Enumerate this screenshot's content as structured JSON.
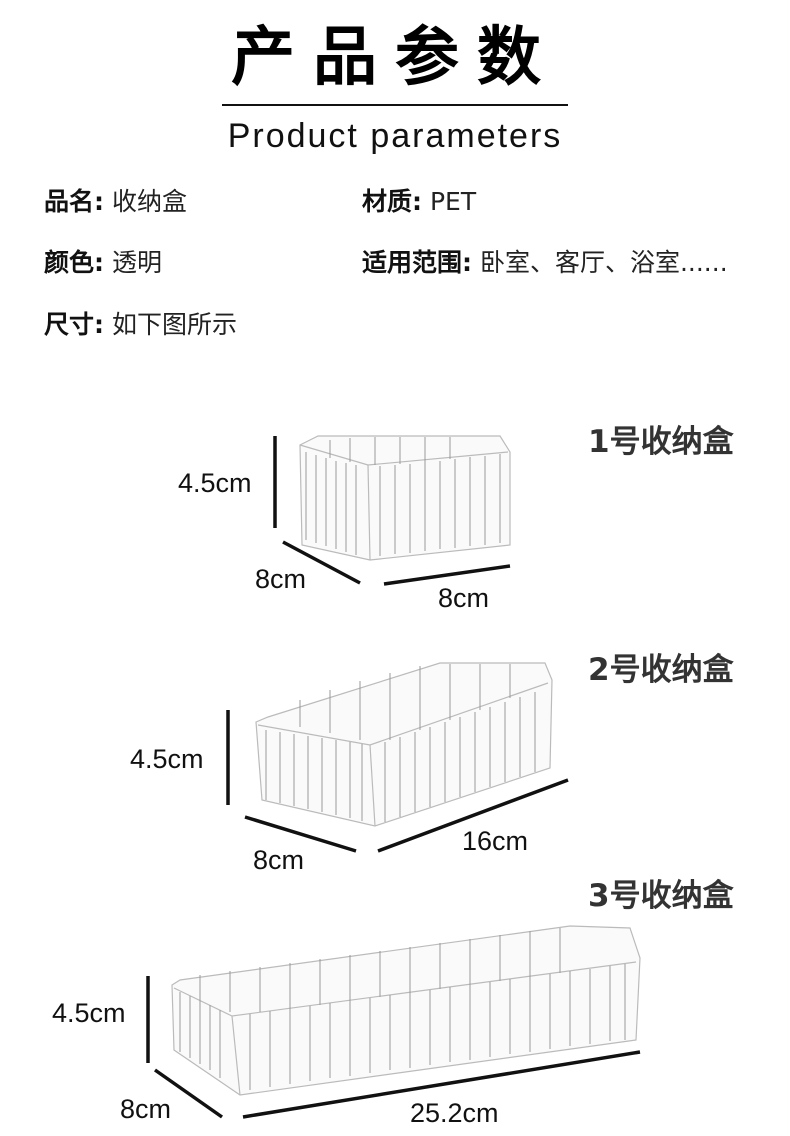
{
  "header": {
    "title_cn": "产品参数",
    "title_en": "Product parameters"
  },
  "params": {
    "name": {
      "label": "品名:",
      "value": "收纳盒"
    },
    "material": {
      "label": "材质:",
      "value": "PET"
    },
    "color": {
      "label": "颜色:",
      "value": "透明"
    },
    "scope": {
      "label": "适用范围:",
      "value": "卧室、客厅、浴室......"
    },
    "size": {
      "label": "尺寸:",
      "value": "如下图所示"
    }
  },
  "boxes": [
    {
      "label": "1号收纳盒",
      "height": "4.5cm",
      "depth": "8cm",
      "length": "8cm"
    },
    {
      "label": "2号收纳盒",
      "height": "4.5cm",
      "depth": "8cm",
      "length": "16cm"
    },
    {
      "label": "3号收纳盒",
      "height": "4.5cm",
      "depth": "8cm",
      "length": "25.2cm"
    }
  ],
  "colors": {
    "text": "#111111",
    "label_gray": "#333333",
    "background": "#ffffff"
  }
}
